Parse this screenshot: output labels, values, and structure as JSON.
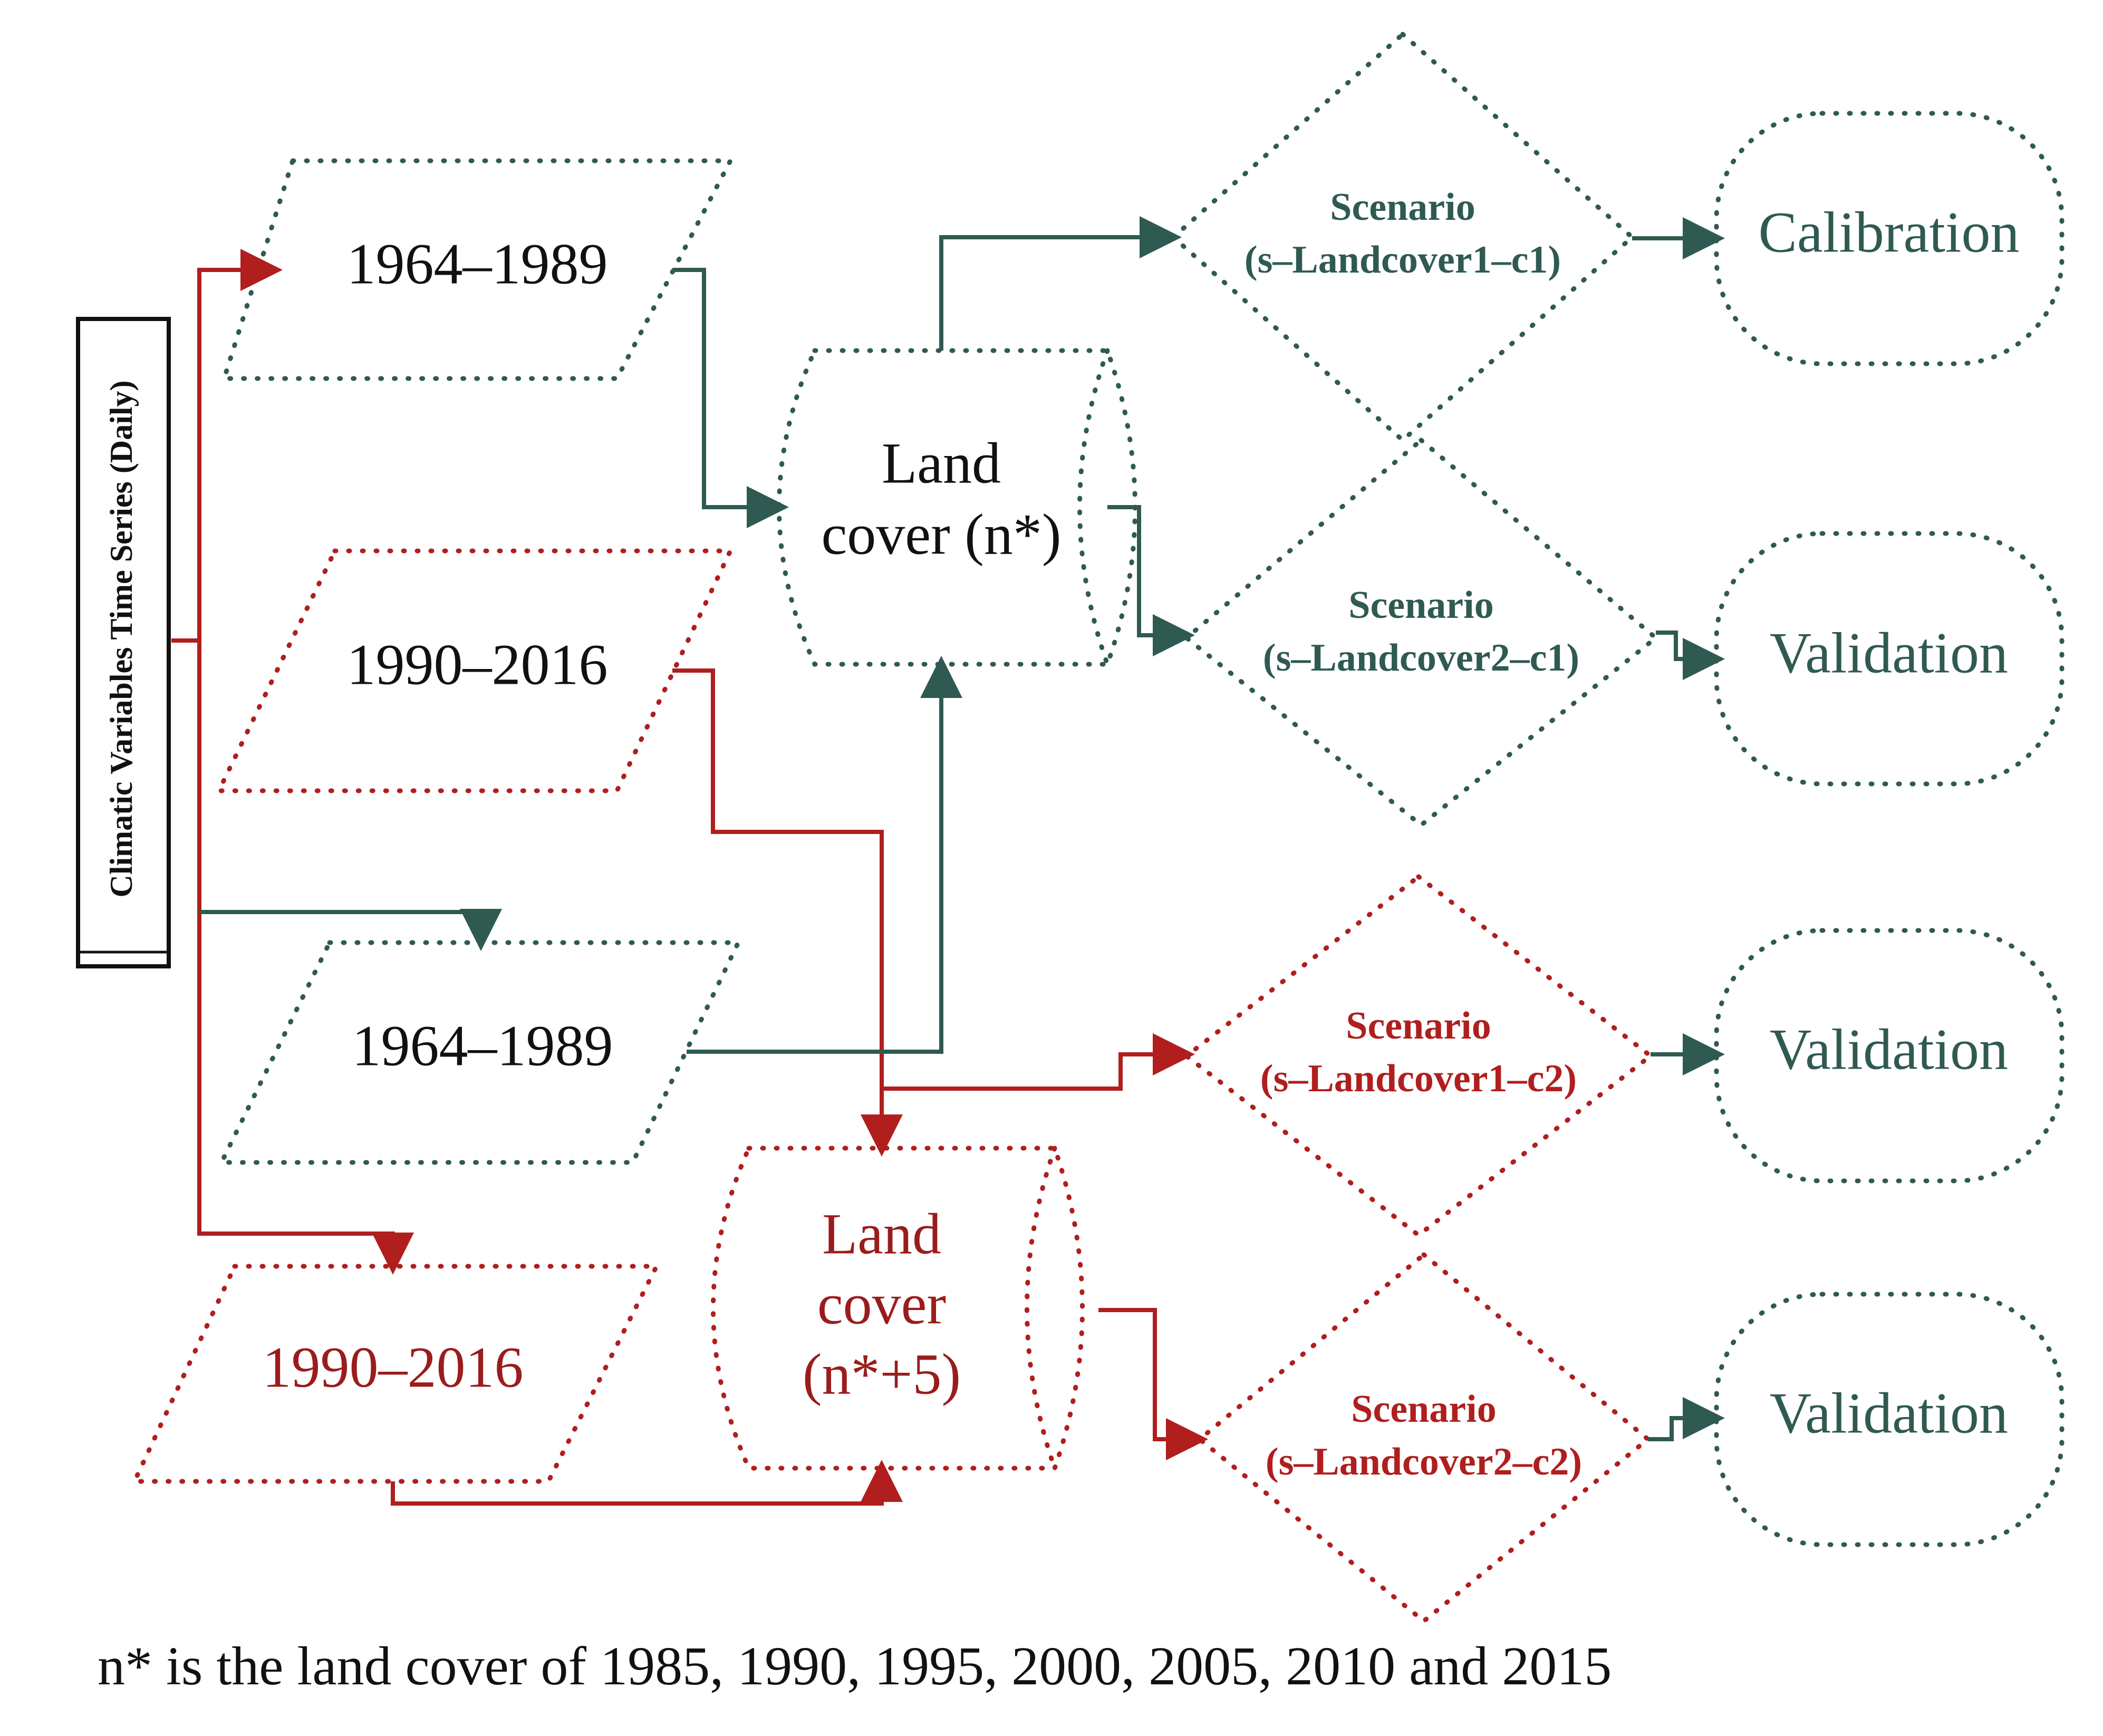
{
  "source_box": {
    "label": "Climatic Variables Time Series (Daily)"
  },
  "periods": [
    {
      "label": "1964–1989"
    },
    {
      "label": "1990–2016"
    },
    {
      "label": "1964–1989"
    },
    {
      "label": "1990–2016"
    }
  ],
  "land_covers": [
    {
      "line1": "Land",
      "line2": "cover (n*)"
    },
    {
      "line1": "Land",
      "line2": "cover",
      "line3": "(n*+5)"
    }
  ],
  "scenarios": [
    {
      "line1": "Scenario",
      "line2": "(s–Landcover1–c1)"
    },
    {
      "line1": "Scenario",
      "line2": "(s–Landcover2–c1)"
    },
    {
      "line1": "Scenario",
      "line2": "(s–Landcover1–c2)"
    },
    {
      "line1": "Scenario",
      "line2": "(s–Landcover2–c2)"
    }
  ],
  "outcomes": [
    {
      "label": "Calibration"
    },
    {
      "label": "Validation"
    },
    {
      "label": "Validation"
    },
    {
      "label": "Validation"
    }
  ],
  "footnote": "n* is the land cover of 1985, 1990, 1995, 2000, 2005, 2010 and 2015",
  "colors": {
    "teal": "#2f5a52",
    "red": "#b01e1e",
    "text_dark": "#111111",
    "text_red": "#9a1c1c"
  }
}
